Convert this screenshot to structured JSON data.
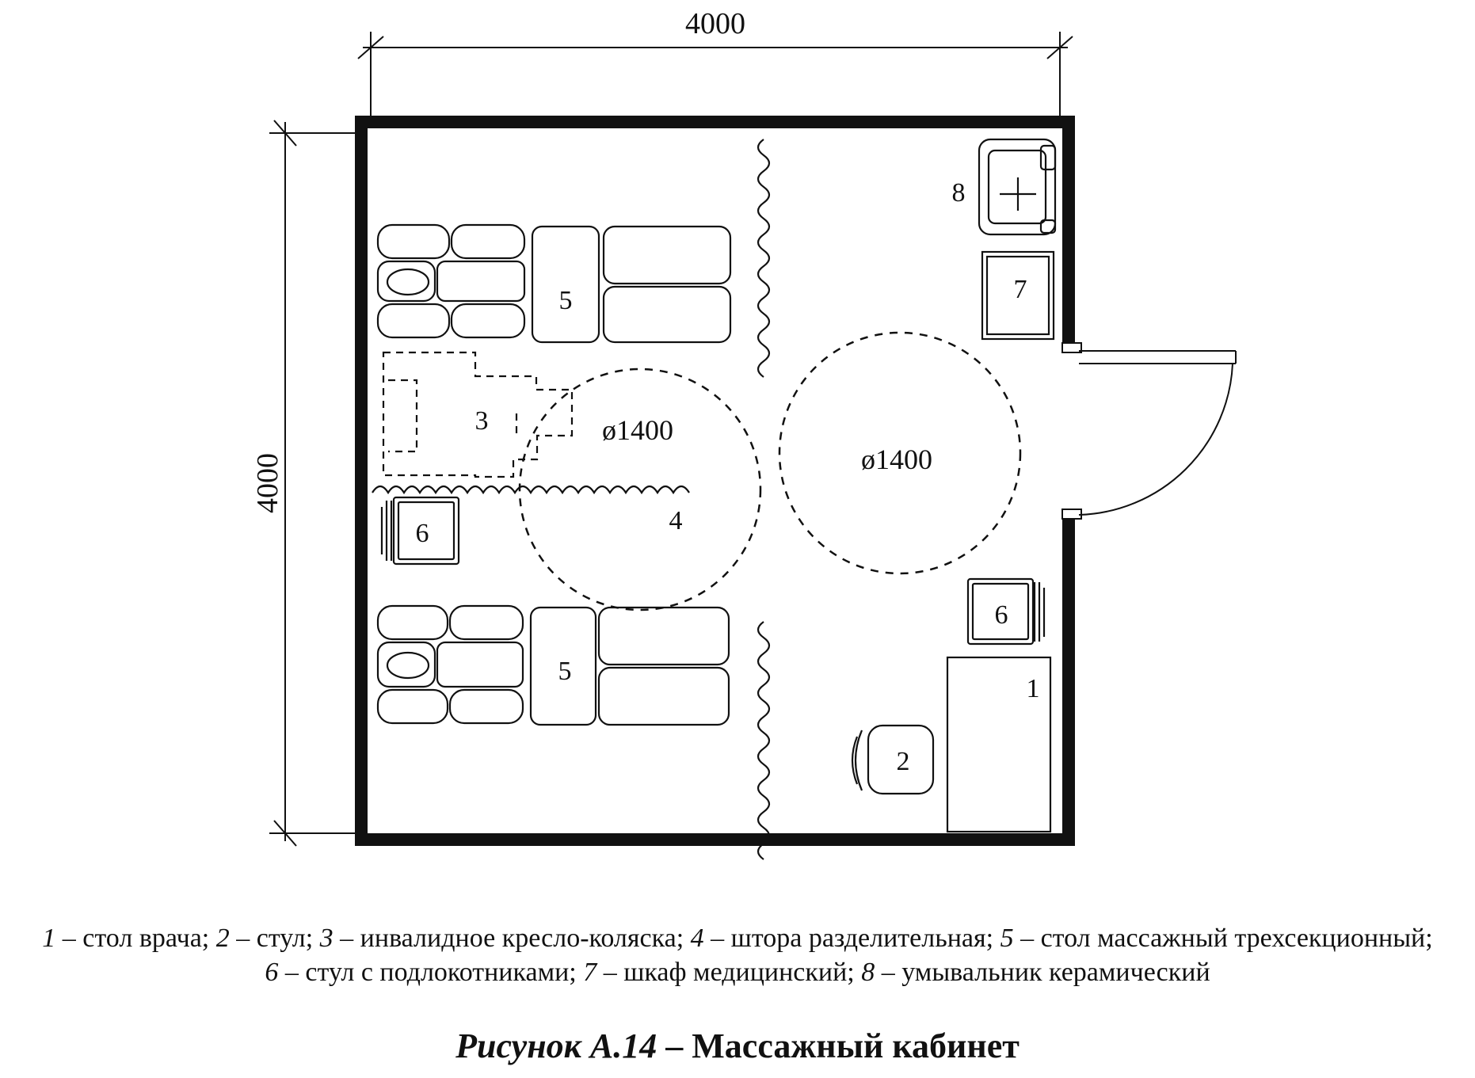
{
  "dimensions": {
    "width_label": "4000",
    "height_label": "4000"
  },
  "clearance": {
    "left_circle_label": "ø1400",
    "right_circle_label": "ø1400"
  },
  "markers": {
    "desk": "1",
    "chair": "2",
    "wheelchair": "3",
    "curtain": "4",
    "massage_table_top": "5",
    "massage_table_bottom": "5",
    "armchair_left": "6",
    "armchair_right": "6",
    "cabinet": "7",
    "washbasin": "8"
  },
  "legend": {
    "items": [
      {
        "num": "1",
        "text": "стол врача;"
      },
      {
        "num": "2",
        "text": "стул;"
      },
      {
        "num": "3",
        "text": "инвалидное кресло-коляска;"
      },
      {
        "num": "4",
        "text": "штора разделительная;"
      },
      {
        "num": "5",
        "text": "стол массажный трехсекционный;"
      },
      {
        "num": "6",
        "text": "стул с подлокотниками;"
      },
      {
        "num": "7",
        "text": "шкаф медицинский;"
      },
      {
        "num": "8",
        "text": "умывальник керамический"
      }
    ]
  },
  "caption": {
    "prefix": "Рисунок А.14",
    "dash": " – ",
    "title": "Массажный кабинет"
  }
}
